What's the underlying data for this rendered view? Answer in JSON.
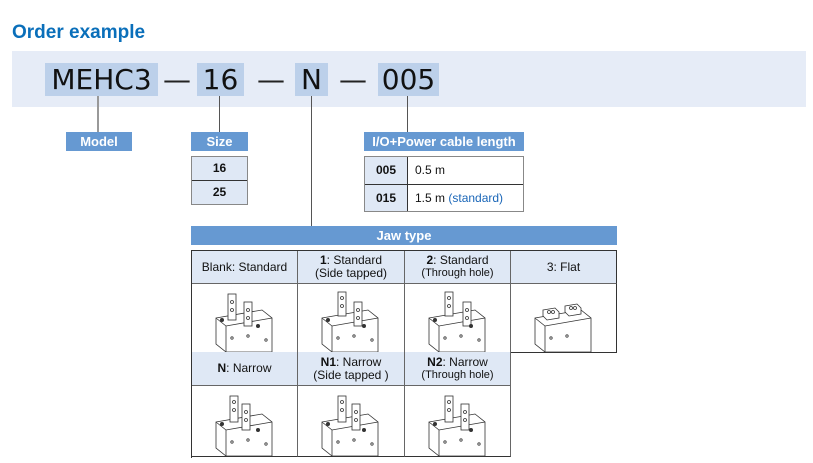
{
  "title": "Order example",
  "order_code": {
    "model": "MEHC3",
    "size": "16",
    "jaw": "N",
    "cable": "005",
    "separator": "—"
  },
  "labels": {
    "model": "Model",
    "size": "Size",
    "cable": "I/O+Power cable length",
    "jaw": "Jaw type"
  },
  "size_options": [
    "16",
    "25"
  ],
  "cable_options": [
    {
      "code": "005",
      "value": "0.5 m",
      "note": ""
    },
    {
      "code": "015",
      "value": "1.5 m",
      "note": "(standard)"
    }
  ],
  "jaw_types": [
    {
      "code": "Blank",
      "name": ": Standard",
      "sub": "",
      "image": "gripper-standard"
    },
    {
      "code": "1",
      "name": ": Standard",
      "sub": "(Side tapped)",
      "image": "gripper-side-tapped"
    },
    {
      "code": "2",
      "name": ": Standard",
      "sub": "(Through hole)",
      "image": "gripper-through-hole"
    },
    {
      "code": "3",
      "name": ": Flat",
      "sub": "",
      "image": "gripper-flat"
    },
    {
      "code": "N",
      "name": ": Narrow",
      "sub": "",
      "image": "gripper-narrow"
    },
    {
      "code": "N1",
      "name": ": Narrow",
      "sub": "(Side tapped )",
      "image": "gripper-narrow-side-tapped"
    },
    {
      "code": "N2",
      "name": ": Narrow",
      "sub": "(Through hole)",
      "image": "gripper-narrow-through-hole"
    }
  ],
  "colors": {
    "title": "#0a6fba",
    "banner": "#e6ecf7",
    "chip": "#bcd0ea",
    "label_bg": "#6699d2",
    "cell_bg": "#dfe8f5",
    "standard_note": "#1a66b8"
  }
}
